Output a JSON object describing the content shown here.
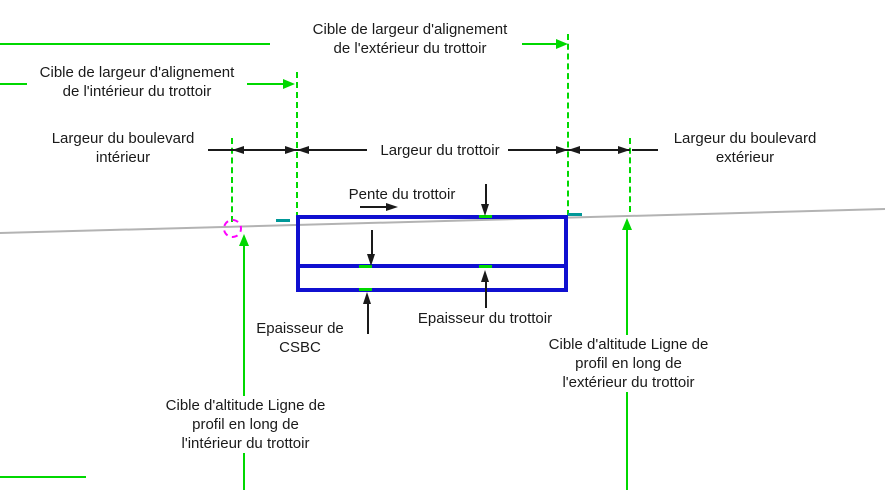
{
  "diagram": {
    "title": "Trottoir subassembly diagram",
    "labels": {
      "cible_largeur_alignement_exterieur": "Cible de largeur d'alignement\nde l'extérieur du trottoir",
      "cible_largeur_alignement_interieur": "Cible de largeur d'alignement\nde l'intérieur du trottoir",
      "largeur_boulevard_interieur": "Largeur du boulevard\nintérieur",
      "largeur_trottoir": "Largeur du trottoir",
      "largeur_boulevard_exterieur": "Largeur du boulevard\nextérieur",
      "pente_trottoir": "Pente du trottoir",
      "epaisseur_csbc": "Epaisseur de\nCSBC",
      "epaisseur_trottoir": "Epaisseur du trottoir",
      "cible_altitude_exterieur": "Cible d'altitude Ligne de\nprofil en long de\nl'extérieur du trottoir",
      "cible_altitude_interieur": "Cible d'altitude Ligne de\nprofil en long de\nl'intérieur du trottoir"
    },
    "colors": {
      "target_green": "#00d800",
      "subassembly_blue": "#1010d0",
      "tick_teal": "#009898",
      "surface_gray": "#b3b3b3",
      "marker_magenta": "#ff00ff",
      "dimension_black": "#1a1a1a"
    }
  }
}
